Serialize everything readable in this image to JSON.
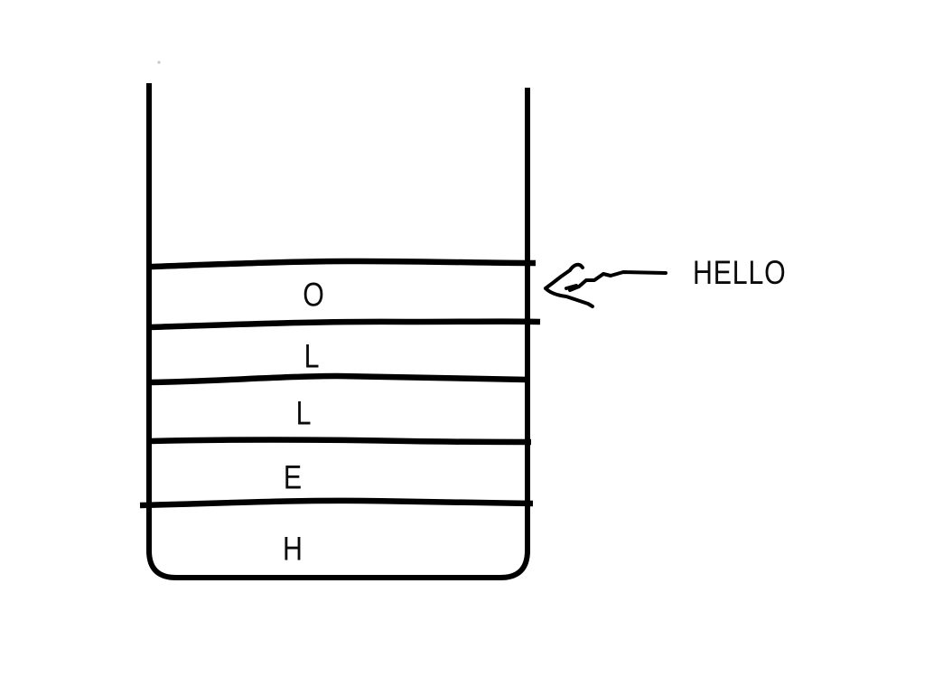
{
  "diagram": {
    "description": "hand-drawn stack diagram: open-top container holding letters, arrow annotation at top cell",
    "background_color": "#ffffff",
    "ink_color": "#000000",
    "stack_cells_top_to_bottom": [
      "O",
      "L",
      "L",
      "E",
      "H"
    ],
    "annotation": {
      "label": "HELLO",
      "arrow": "squiggly arrow pointing left at the top stack cell"
    }
  }
}
